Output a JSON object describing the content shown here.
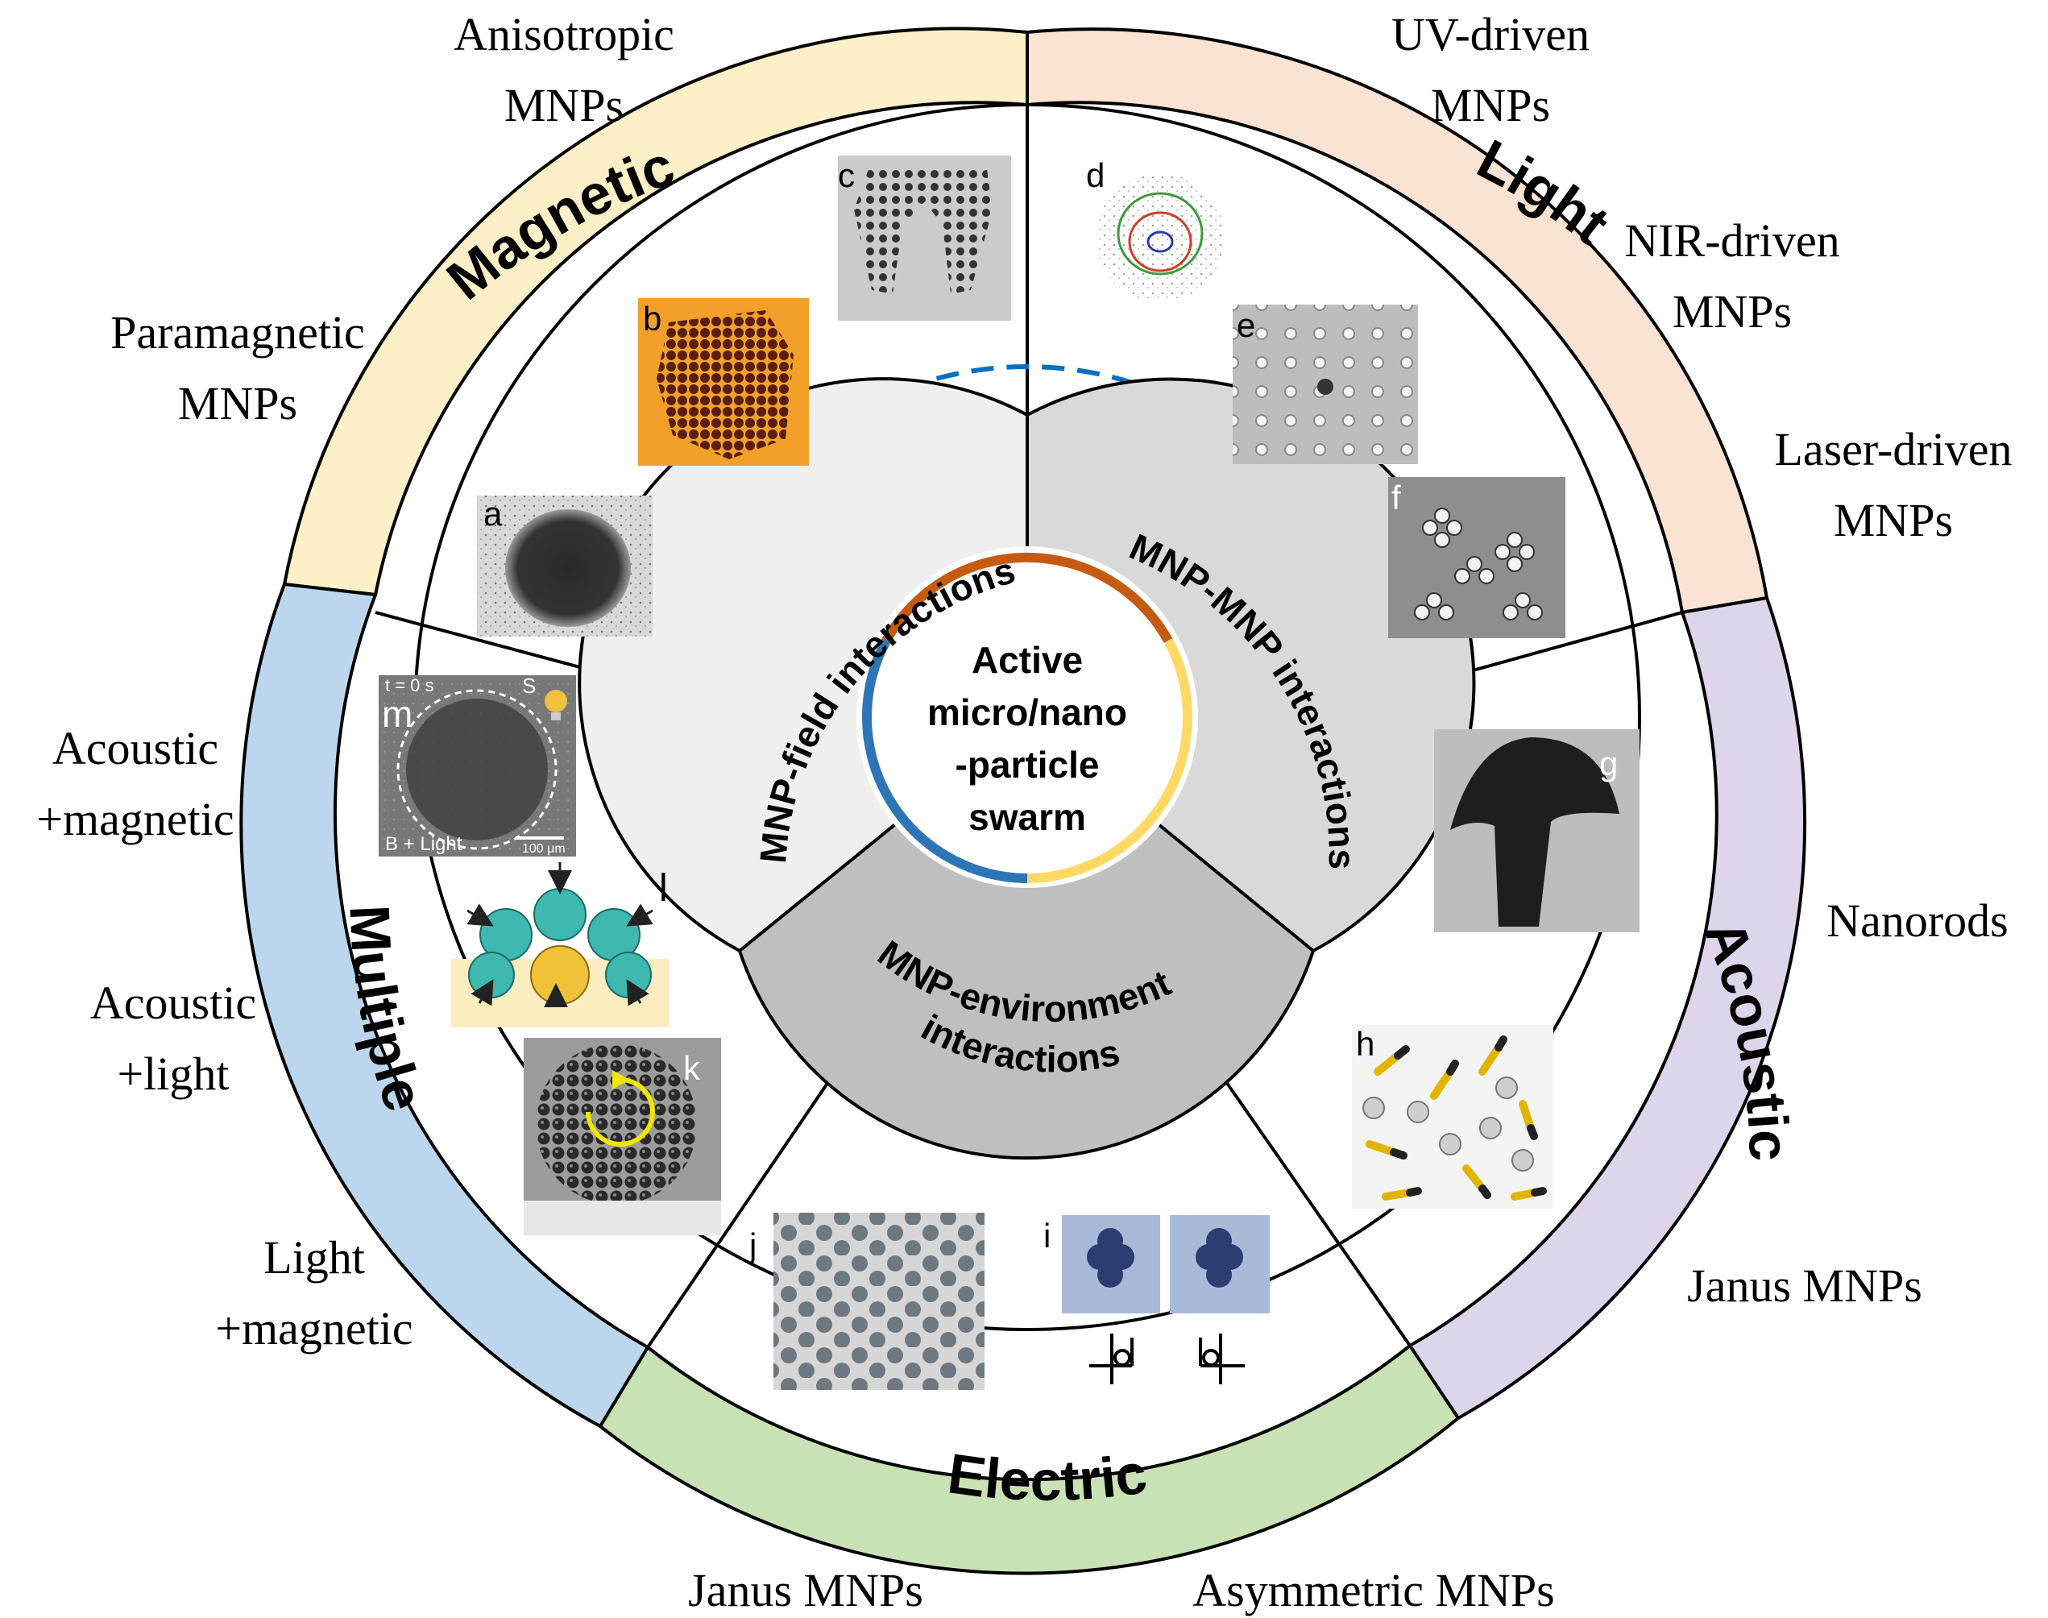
{
  "center": {
    "lines": [
      "Active",
      "micro/nano",
      "-particle",
      "swarm"
    ]
  },
  "interactions": {
    "field": "MNP-field interactions",
    "mnp": "MNP-MNP interactions",
    "env_line1": "MNP-environment",
    "env_line2": "interactions"
  },
  "segments": {
    "magnetic": {
      "label": "Magnetic",
      "color": "#fdf0c8"
    },
    "light": {
      "label": "Light",
      "color": "#fbe3d4"
    },
    "acoustic": {
      "label": "Acoustic",
      "color": "#ddd5ea"
    },
    "electric": {
      "label": "Electric",
      "color": "#c9e2b5"
    },
    "multiple": {
      "label": "Multiple",
      "color": "#bcd6ee"
    }
  },
  "outer_labels": {
    "anisotropic": [
      "Anisotropic",
      "MNPs"
    ],
    "paramagnetic": [
      "Paramagnetic",
      "MNPs"
    ],
    "uv": [
      "UV-driven",
      "MNPs"
    ],
    "nir": [
      "NIR-driven",
      "MNPs"
    ],
    "laser": [
      "Laser-driven",
      "MNPs"
    ],
    "nanorods": [
      "Nanorods"
    ],
    "janus_acoustic": [
      "Janus MNPs"
    ],
    "janus_electric": [
      "Janus MNPs"
    ],
    "asymmetric": [
      "Asymmetric MNPs"
    ],
    "acoustic_magnetic": [
      "Acoustic",
      "+magnetic"
    ],
    "acoustic_light": [
      "Acoustic",
      "+light"
    ],
    "light_magnetic": [
      "Light",
      "+magnetic"
    ]
  },
  "panels": {
    "a": "a",
    "b": "b",
    "c": "c",
    "d": "d",
    "e": "e",
    "f": "f",
    "g": "g",
    "h": "h",
    "i": "i",
    "j": "j",
    "k": "k",
    "l": "l",
    "m": "m"
  },
  "panel_m_text": {
    "time": "t = 0 s",
    "s0": "S",
    "condition": "B + Light",
    "scale": "100 μm"
  },
  "arc_colors": {
    "field": "#c55a11",
    "mnp": "#ffd966",
    "env": "#2e75b6"
  },
  "dashed_color": "#0070c0",
  "inner_fills": {
    "field": "#efefef",
    "mnp": "#d9d9d9",
    "env": "#bfbfbf"
  }
}
